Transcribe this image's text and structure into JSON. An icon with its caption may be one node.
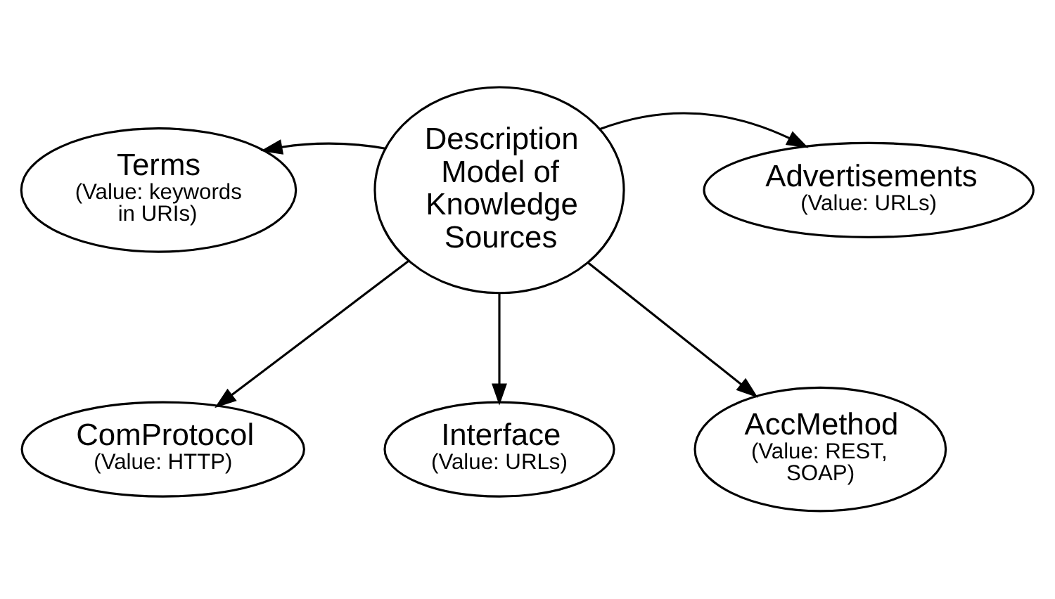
{
  "diagram": {
    "nodes": [
      {
        "text": [
          "Terms",
          "(Value: keywords in URIs)"
        ]
      },
      {
        "text": [
          "Advertisements",
          "(Value: URLs)"
        ]
      },
      {
        "text": [
          "Description Model of Knowledge Sources"
        ]
      },
      {
        "text": [
          "ComProtocol",
          "(Value: HTTP)"
        ]
      },
      {
        "text": [
          "Interface",
          "(Value: URLs)"
        ]
      },
      {
        "text": [
          "AccMethod",
          "(Value: REST, SOAP)"
        ]
      }
    ],
    "edges": [
      {
        "from": 2,
        "to": 0,
        "arrow": "to"
      },
      {
        "from": 2,
        "to": 1,
        "arrow": "to"
      },
      {
        "from": 2,
        "to": 3,
        "arrow": "to"
      },
      {
        "from": 2,
        "to": 4,
        "arrow": "to"
      },
      {
        "from": 2,
        "to": 5,
        "arrow": "to"
      }
    ]
  }
}
